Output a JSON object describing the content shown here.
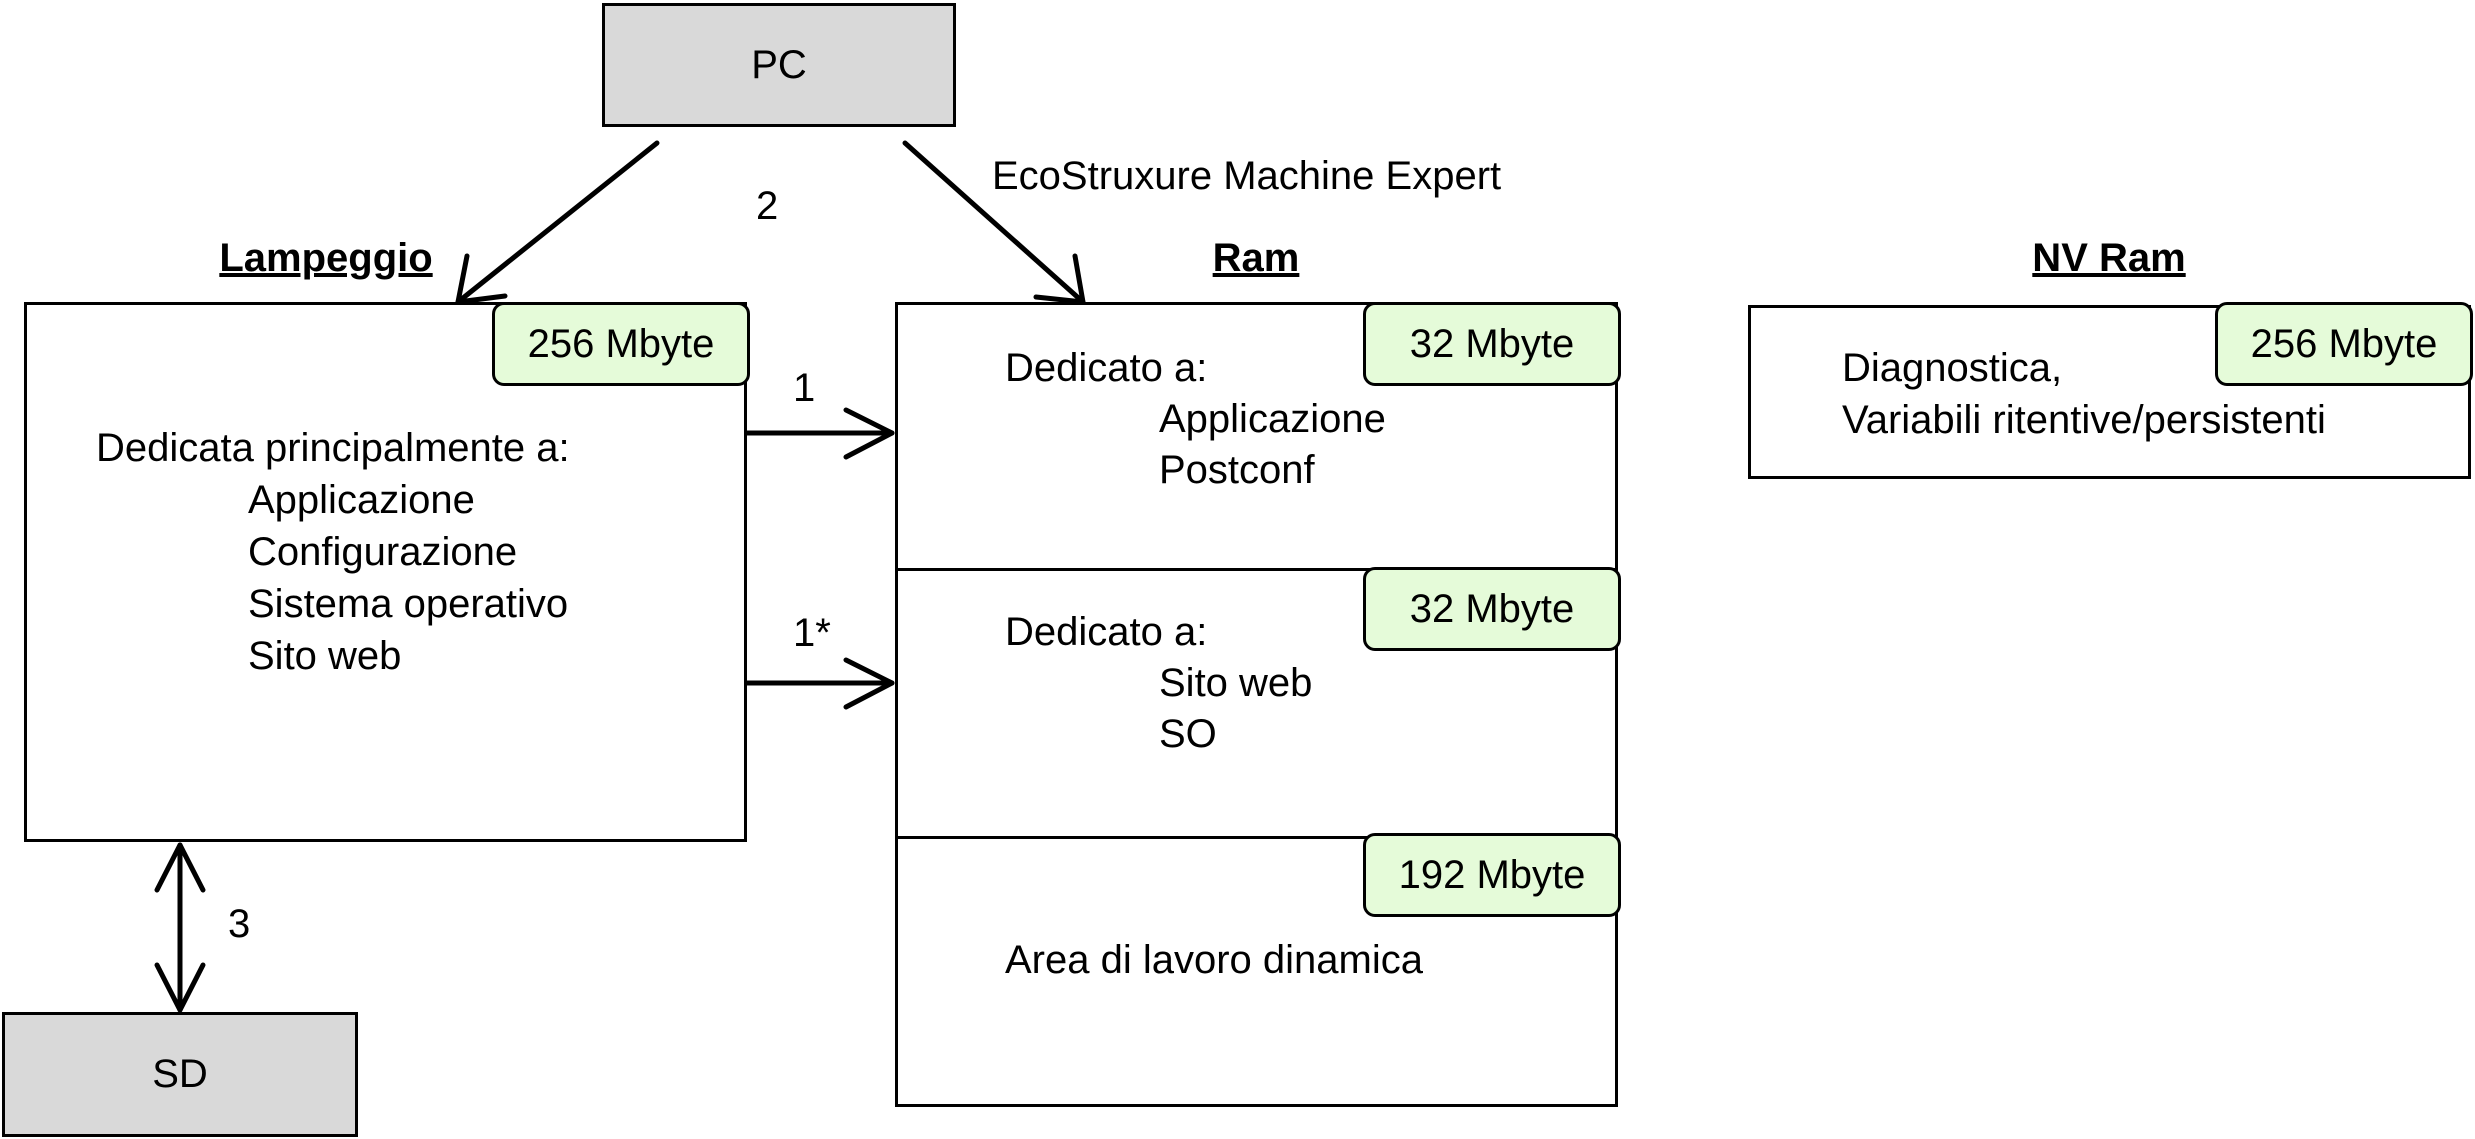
{
  "pc": {
    "label": "PC"
  },
  "sd": {
    "label": "SD"
  },
  "software_label": "EcoStruxure Machine Expert",
  "flash": {
    "title": "Lampeggio",
    "size": "256 Mbyte",
    "heading": "Dedicata principalmente a:",
    "items": [
      "Applicazione",
      "Configurazione",
      "Sistema operativo",
      "Sito web"
    ]
  },
  "ram": {
    "title": "Ram",
    "sections": [
      {
        "size": "32 Mbyte",
        "heading": "Dedicato a:",
        "items": [
          "Applicazione",
          "Postconf"
        ]
      },
      {
        "size": "32 Mbyte",
        "heading": "Dedicato a:",
        "items": [
          "Sito web",
          "SO"
        ]
      },
      {
        "size": "192 Mbyte",
        "heading": "Area di lavoro dinamica",
        "items": []
      }
    ]
  },
  "nvram": {
    "title": "NV Ram",
    "size": "256 Mbyte",
    "lines": [
      "Diagnostica,",
      "Variabili ritentive/persistenti"
    ]
  },
  "arrow_labels": {
    "pc_to_flash": "2",
    "flash_to_ram_1": "1",
    "flash_to_ram_2": "1*",
    "flash_sd": "3"
  }
}
